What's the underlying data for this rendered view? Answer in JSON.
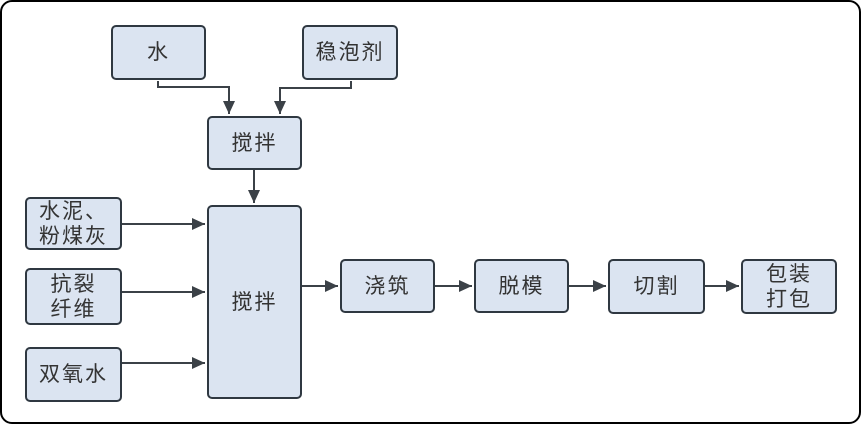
{
  "canvas": {
    "background": "#ffffff",
    "border_color": "#000000"
  },
  "colors": {
    "node_fill": "#dbe4f1",
    "node_border": "#2f3841",
    "arrow": "#3b4147",
    "text": "#333333"
  },
  "nodes": {
    "water": {
      "label": "水"
    },
    "foam_stabilizer": {
      "label": "稳泡剂"
    },
    "premix": {
      "label": "搅拌"
    },
    "cement_flyash": {
      "line1": "水泥、",
      "line2": "粉煤灰"
    },
    "anticrack_fiber": {
      "line1": "抗裂",
      "line2": "纤维"
    },
    "hydrogen_peroxide": {
      "label": "双氧水"
    },
    "main_mix": {
      "label": "搅拌"
    },
    "pouring": {
      "label": "浇筑"
    },
    "demolding": {
      "label": "脱模"
    },
    "cutting": {
      "label": "切割"
    },
    "packaging": {
      "line1": "包装",
      "line2": "打包"
    }
  },
  "edges": [
    {
      "from": "water",
      "to": "premix"
    },
    {
      "from": "foam_stabilizer",
      "to": "premix"
    },
    {
      "from": "premix",
      "to": "main_mix"
    },
    {
      "from": "cement_flyash",
      "to": "main_mix"
    },
    {
      "from": "anticrack_fiber",
      "to": "main_mix"
    },
    {
      "from": "hydrogen_peroxide",
      "to": "main_mix"
    },
    {
      "from": "main_mix",
      "to": "pouring"
    },
    {
      "from": "pouring",
      "to": "demolding"
    },
    {
      "from": "demolding",
      "to": "cutting"
    },
    {
      "from": "cutting",
      "to": "packaging"
    }
  ]
}
